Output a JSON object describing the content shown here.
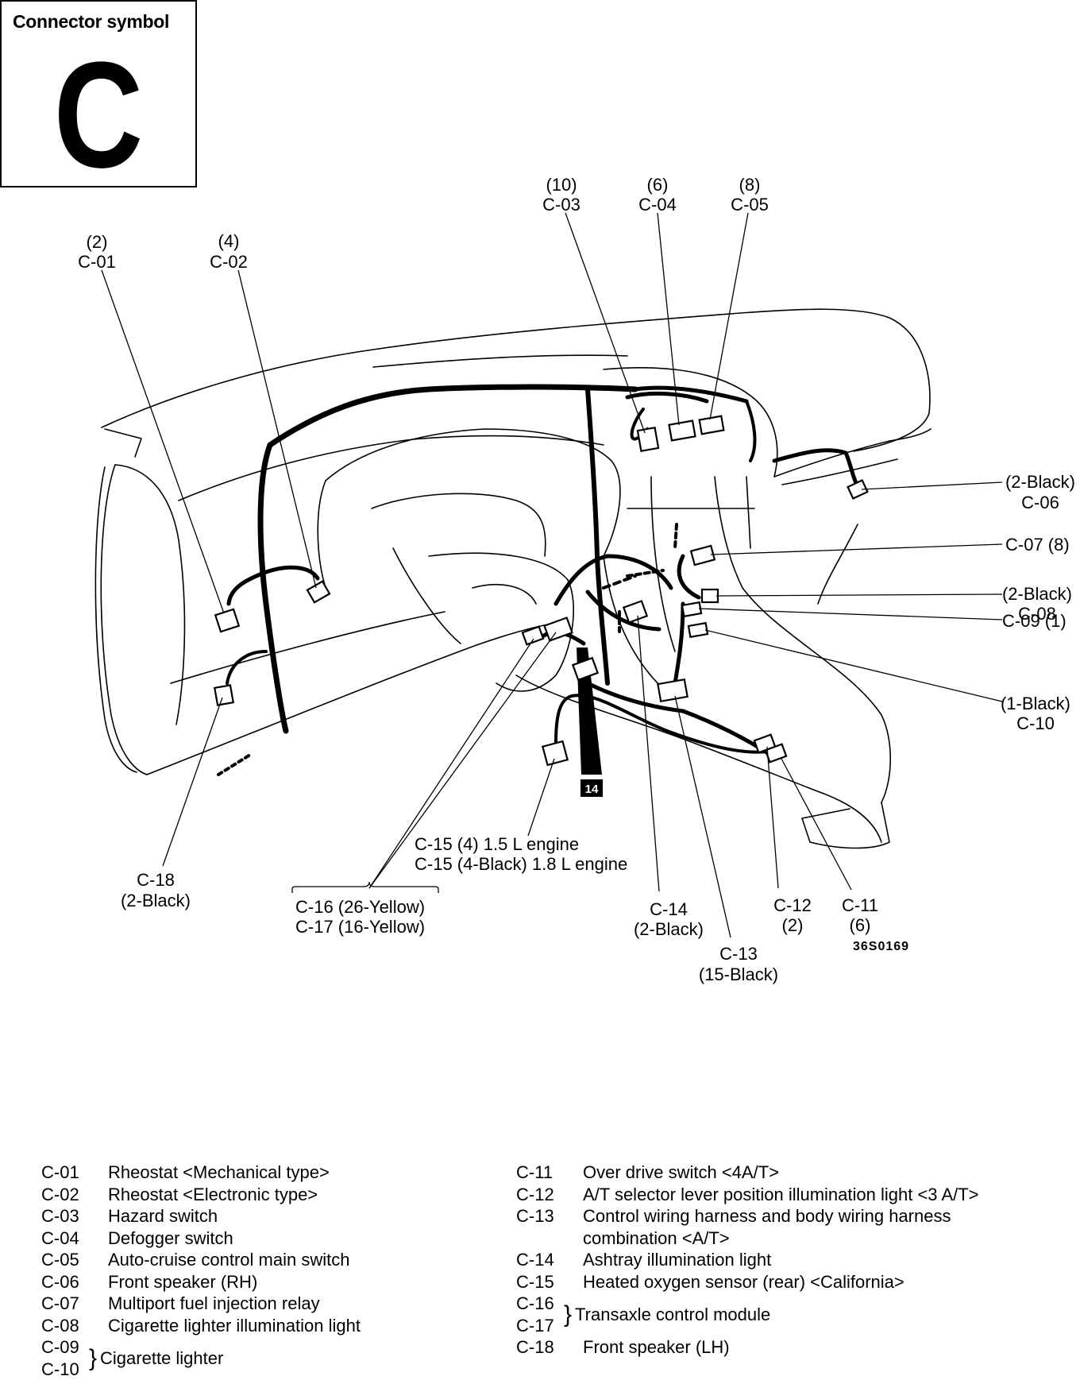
{
  "symbol": {
    "title": "Connector symbol",
    "letter": "C"
  },
  "figure_id": "36S0169",
  "harness_badge": "14",
  "callouts": {
    "c01": [
      "(2)",
      "C-01"
    ],
    "c02": [
      "(4)",
      "C-02"
    ],
    "c03": [
      "(10)",
      "C-03"
    ],
    "c04": [
      "(6)",
      "C-04"
    ],
    "c05": [
      "(8)",
      "C-05"
    ],
    "c06": [
      "(2-Black)",
      "C-06"
    ],
    "c07": [
      "C-07  (8)"
    ],
    "c08": [
      "(2-Black)",
      "C-08"
    ],
    "c09": [
      "C-09  (1)"
    ],
    "c10": [
      "(1-Black)",
      "C-10"
    ],
    "c11": [
      "C-11",
      "(6)"
    ],
    "c12": [
      "C-12",
      "(2)"
    ],
    "c13": [
      "C-13",
      "(15-Black)"
    ],
    "c14": [
      "C-14",
      "(2-Black)"
    ],
    "c15": [
      "C-15 (4) 1.5 L engine",
      "C-15 (4-Black) 1.8 L engine"
    ],
    "c1617": [
      "C-16 (26-Yellow)",
      "C-17 (16-Yellow)"
    ],
    "c18": [
      "C-18",
      "(2-Black)"
    ]
  },
  "legend_left": [
    {
      "code": "C-01",
      "desc": "Rheostat <Mechanical type>"
    },
    {
      "code": "C-02",
      "desc": "Rheostat <Electronic type>"
    },
    {
      "code": "C-03",
      "desc": "Hazard switch"
    },
    {
      "code": "C-04",
      "desc": "Defogger switch"
    },
    {
      "code": "C-05",
      "desc": "Auto-cruise control main switch"
    },
    {
      "code": "C-06",
      "desc": "Front speaker (RH)"
    },
    {
      "code": "C-07",
      "desc": "Multiport fuel injection relay"
    },
    {
      "code": "C-08",
      "desc": "Cigarette lighter illumination light"
    }
  ],
  "legend_left_group": {
    "codes": [
      "C-09",
      "C-10"
    ],
    "desc": "Cigarette lighter"
  },
  "legend_right": [
    {
      "code": "C-11",
      "desc": "Over drive switch <4A/T>"
    },
    {
      "code": "C-12",
      "desc": "A/T selector lever position illumination light <3 A/T>"
    },
    {
      "code": "C-13",
      "desc": "Control wiring harness and body wiring harness"
    }
  ],
  "legend_right_cont": "combination <A/T>",
  "legend_right_b": [
    {
      "code": "C-14",
      "desc": "Ashtray illumination light"
    },
    {
      "code": "C-15",
      "desc": "Heated oxygen sensor (rear) <California>"
    }
  ],
  "legend_right_group": {
    "codes": [
      "C-16",
      "C-17"
    ],
    "desc": "Transaxle control module"
  },
  "legend_right_c": [
    {
      "code": "C-18",
      "desc": "Front speaker (LH)"
    }
  ]
}
